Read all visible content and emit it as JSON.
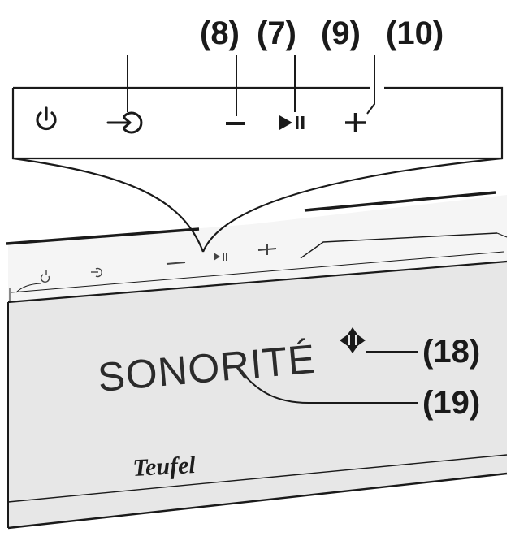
{
  "panel": {
    "callouts": {
      "volume_down": "(8)",
      "play_pause": "(7)",
      "volume_up_a": "(9)",
      "volume_up_b": "(10)"
    },
    "buttons": [
      {
        "name": "power-button",
        "icon": "power-icon"
      },
      {
        "name": "source-button",
        "icon": "source-input-icon"
      },
      {
        "name": "volume-down-button",
        "icon": "minus-icon",
        "glyph": "−"
      },
      {
        "name": "play-pause-button",
        "icon": "play-pause-icon",
        "glyph": "▶II"
      },
      {
        "name": "volume-up-button",
        "icon": "plus-icon",
        "glyph": "+"
      }
    ]
  },
  "device": {
    "brand_label": "SONORITÉ",
    "logo": "Teufel",
    "nav_icon": "four-way-arrow-icon",
    "callouts": {
      "nav_control": "(18)",
      "display": "(19)"
    }
  },
  "colors": {
    "ink": "#1a1a1a",
    "front_panel": "#e6e6e6",
    "top_surface": "#f4f4f4",
    "background": "#ffffff"
  }
}
